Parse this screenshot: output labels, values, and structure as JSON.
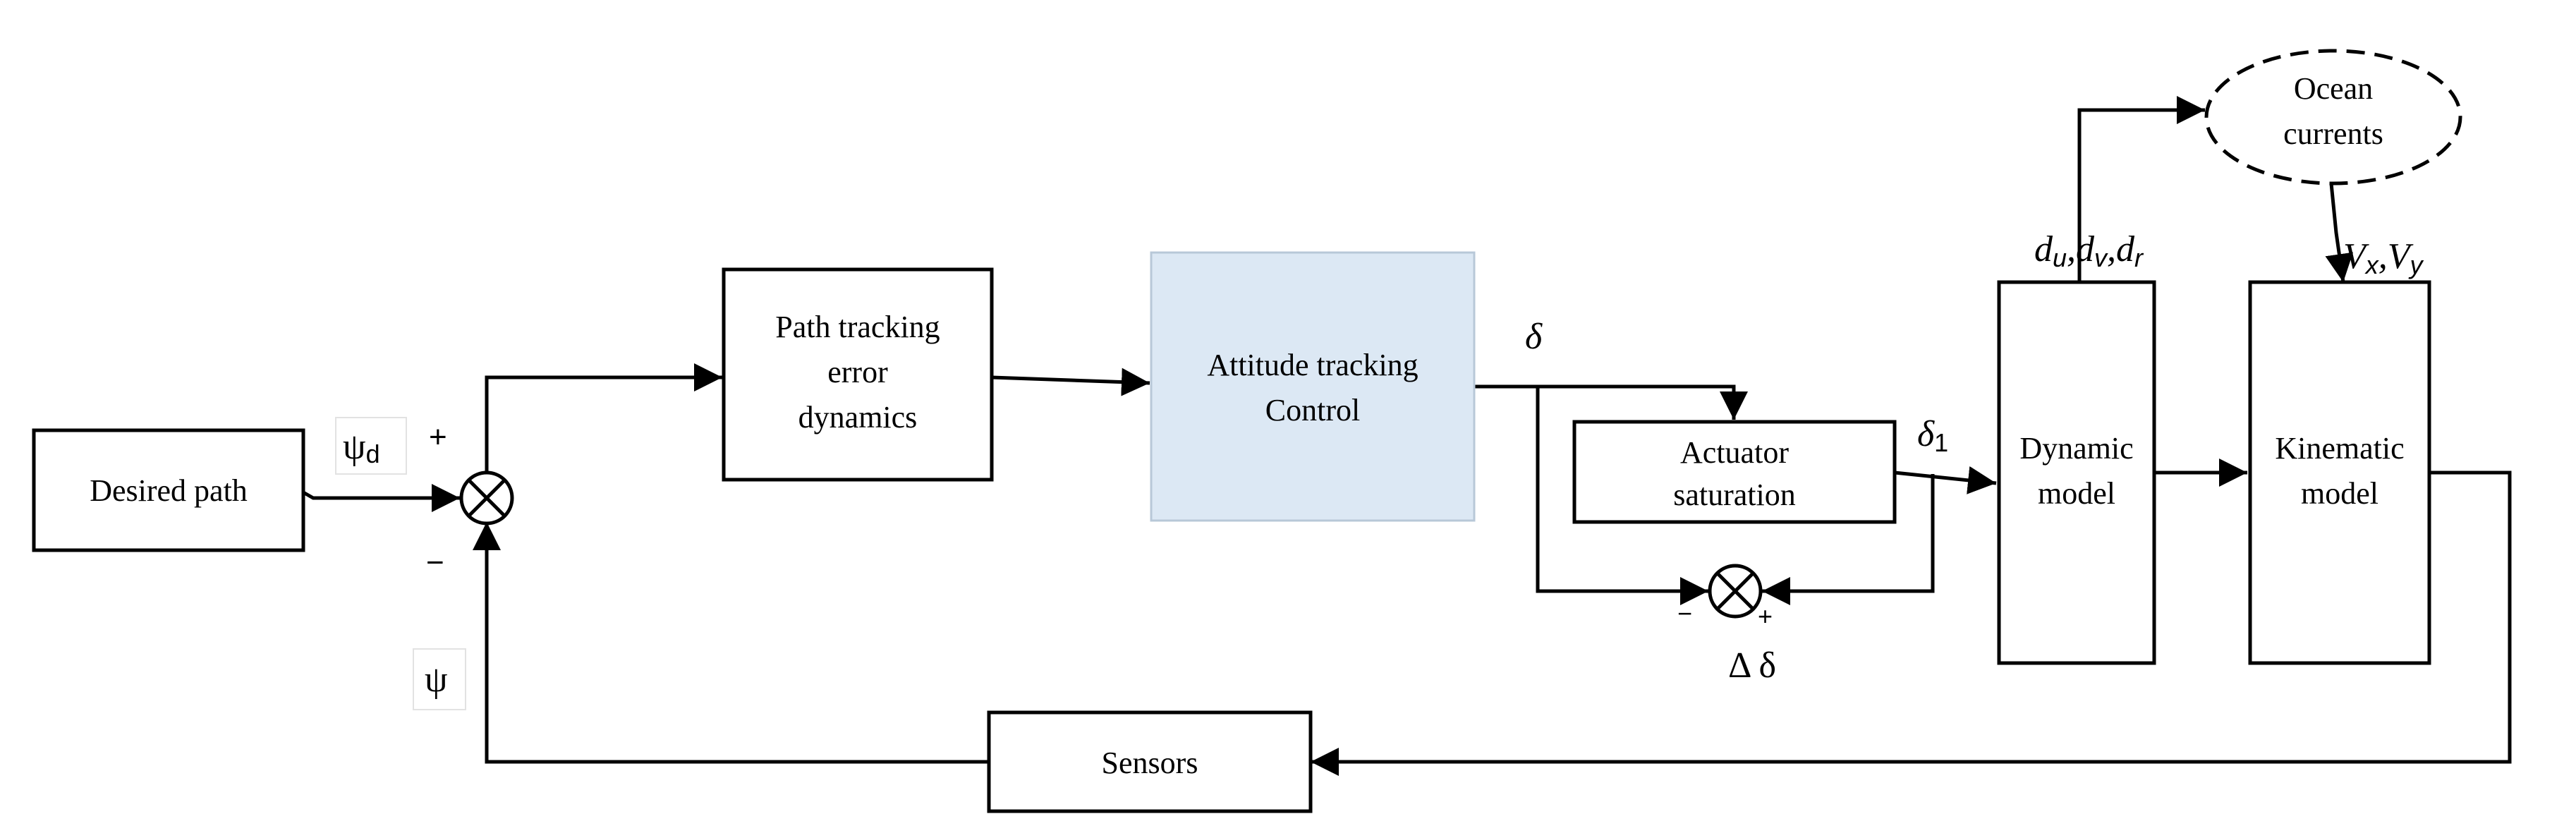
{
  "blocks": {
    "desired_path": [
      "Desired path"
    ],
    "path_tracking": [
      "Path tracking",
      "error",
      "dynamics"
    ],
    "attitude": [
      "Attitude tracking",
      "Control"
    ],
    "actuator": [
      "Actuator",
      "saturation"
    ],
    "dynamic": [
      "Dynamic",
      "model"
    ],
    "kinematic": [
      "Kinematic",
      "model"
    ],
    "sensors": [
      "Sensors"
    ],
    "ocean": [
      "Ocean",
      "currents"
    ]
  },
  "signals": {
    "psi_d": "ψ",
    "psi_d_sub": "d",
    "psi": "ψ",
    "delta": "δ",
    "delta1": "δ",
    "delta1_sub": "1",
    "delta_delta": "Δ δ",
    "disturbances": "d",
    "disturbances_sub_u": "u",
    "disturbances_mid": ",d",
    "disturbances_sub_v": "v",
    "disturbances_mid2": ",d",
    "disturbances_sub_r": "r",
    "currents": "V",
    "currents_sub_x": "x",
    "currents_mid": ",V",
    "currents_sub_y": "y"
  },
  "signs": {
    "sum1_plus": "+",
    "sum1_minus": "−",
    "sum2_minus": "−",
    "sum2_plus": "+"
  },
  "colors": {
    "attitude_block_fill": "#dce8f4",
    "line": "#000000"
  }
}
